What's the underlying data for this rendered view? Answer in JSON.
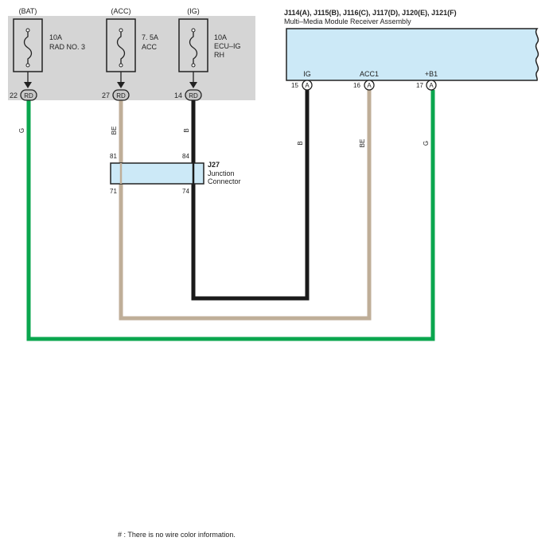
{
  "fuses": [
    {
      "source": "(BAT)",
      "rating": "10A",
      "name1": "RAD NO. 3",
      "name2": "",
      "name3": "",
      "pin": "22",
      "pin_label": "RD",
      "pin_color": "#c8c8c8"
    },
    {
      "source": "(ACC)",
      "rating": "7. 5A",
      "name1": "ACC",
      "name2": "",
      "name3": "",
      "pin": "27",
      "pin_label": "RD",
      "pin_color": "#c8c8c8"
    },
    {
      "source": "(IG)",
      "rating": "10A",
      "name1": "ECU–IG",
      "name2": "RH",
      "name3": "",
      "pin": "14",
      "pin_label": "RD",
      "pin_color": "#c8c8c8"
    }
  ],
  "module": {
    "code": "J114(A), J115(B), J116(C), J117(D), J120(E), J121(F)",
    "name": "Multi–Media Module Receiver Assembly",
    "fill": "#cce9f7",
    "pins": [
      {
        "num": "15",
        "conn": "A",
        "signal": "IG"
      },
      {
        "num": "16",
        "conn": "A",
        "signal": "ACC1"
      },
      {
        "num": "17",
        "conn": "A",
        "signal": "+B1"
      }
    ]
  },
  "junction": {
    "code": "J27",
    "name1": "Junction",
    "name2": "Connector",
    "pins_top": [
      "81",
      "84"
    ],
    "pins_bottom": [
      "71",
      "74"
    ]
  },
  "wires": {
    "bat": {
      "color_code": "G",
      "hex": "#0aa64e"
    },
    "acc_left": {
      "color_code": "BE",
      "hex": "#bfae98"
    },
    "ig_left": {
      "color_code": "B",
      "hex": "#1a1a1a"
    },
    "ig_right": {
      "color_code": "B"
    },
    "acc_right": {
      "color_code": "BE"
    },
    "b1_right": {
      "color_code": "G"
    }
  },
  "footnote": "# : There is no wire color information."
}
